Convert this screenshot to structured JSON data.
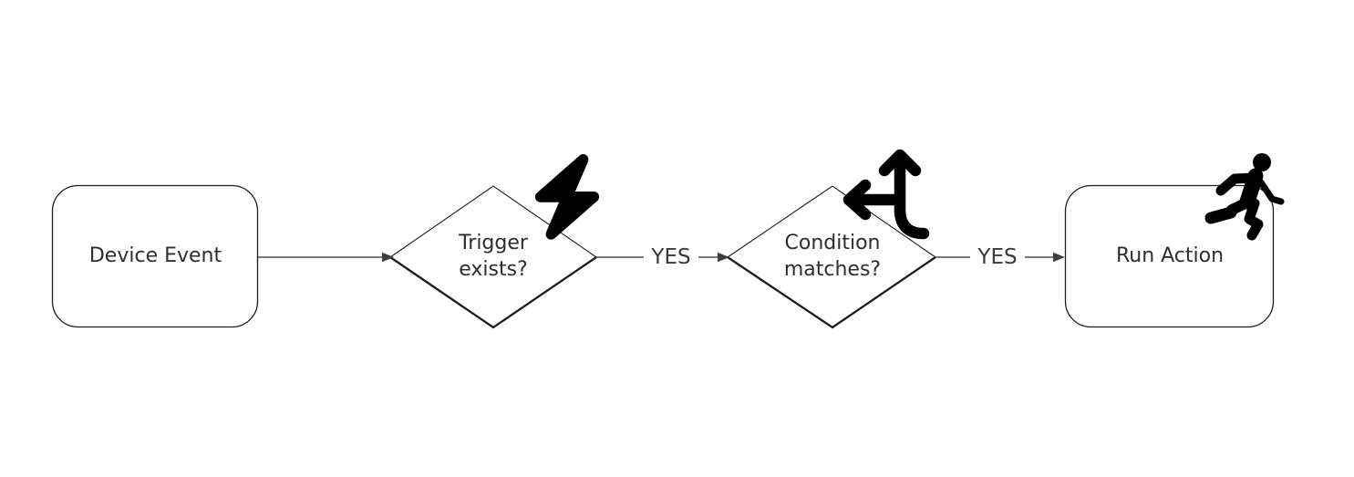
{
  "diagram": {
    "type": "flowchart",
    "direction": "left-to-right",
    "colors": {
      "background": "#ffffff",
      "node_stroke": "#1d1d1d",
      "edge_line": "#4d4d4d",
      "arrowhead": "#3d3d3d",
      "text": "#2e2e2e",
      "icon": "#000000"
    },
    "nodes": [
      {
        "id": "device-event",
        "shape": "rounded-rectangle",
        "label": "Device Event",
        "icon": null
      },
      {
        "id": "trigger-exists",
        "shape": "diamond",
        "label": "Trigger exists?",
        "icon": "bolt-icon"
      },
      {
        "id": "condition-matches",
        "shape": "diamond",
        "label": "Condition matches?",
        "icon": "arrows-split-up-and-left-icon"
      },
      {
        "id": "run-action",
        "shape": "rounded-rectangle",
        "label": "Run Action",
        "icon": "person-running-icon"
      }
    ],
    "edges": [
      {
        "from": "device-event",
        "to": "trigger-exists",
        "label": ""
      },
      {
        "from": "trigger-exists",
        "to": "condition-matches",
        "label": "YES"
      },
      {
        "from": "condition-matches",
        "to": "run-action",
        "label": "YES"
      }
    ]
  }
}
